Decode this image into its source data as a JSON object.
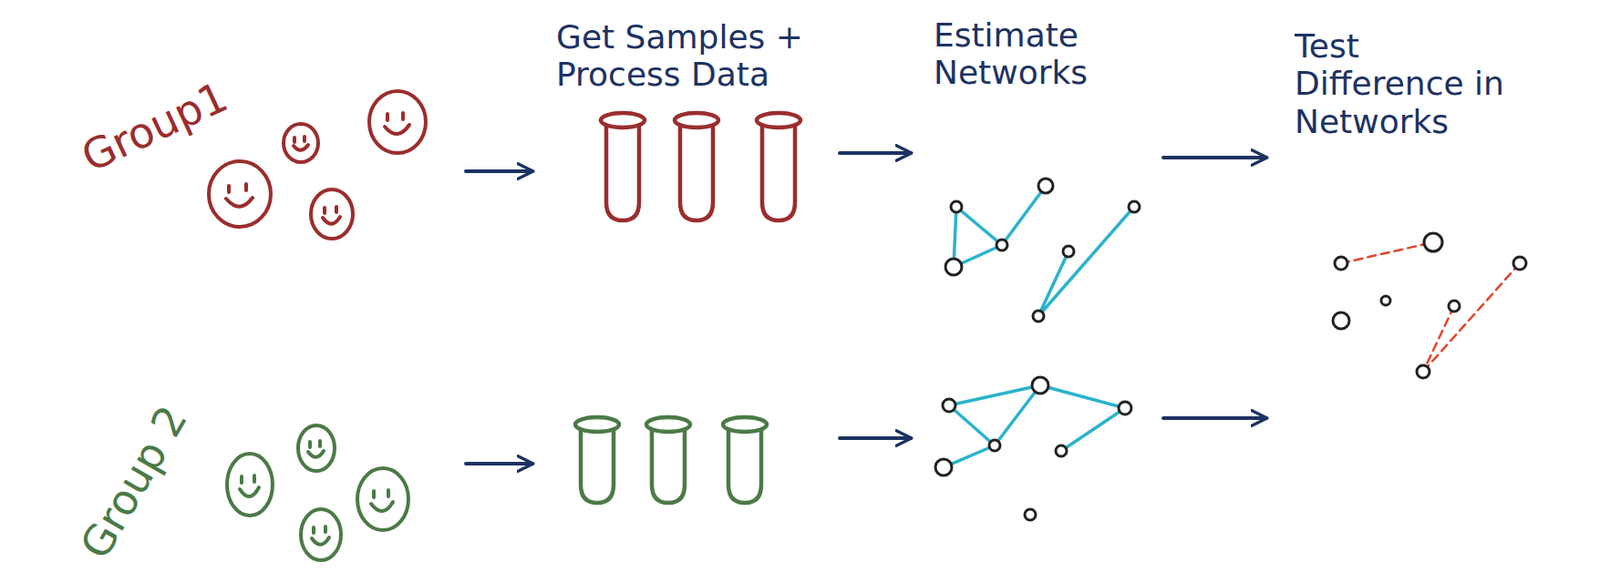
{
  "diagram": {
    "nodes": [
      {
        "text": [
          "Group1"
        ]
      },
      {
        "text": [
          "Group 2"
        ]
      },
      {
        "text": [
          "Get Samples + Process Data"
        ]
      },
      {
        "text": [
          "Estimate Networks"
        ]
      },
      {
        "text": [
          "Test Difference in Networks"
        ]
      }
    ],
    "edges": [
      {
        "from": 0,
        "to": 2,
        "arrow": "to"
      },
      {
        "from": 1,
        "to": 2,
        "arrow": "to"
      },
      {
        "from": 2,
        "to": 3,
        "arrow": "to"
      },
      {
        "from": 2,
        "to": 3,
        "arrow": "to"
      },
      {
        "from": 3,
        "to": 4,
        "arrow": "to"
      },
      {
        "from": 3,
        "to": 4,
        "arrow": "to"
      }
    ]
  }
}
